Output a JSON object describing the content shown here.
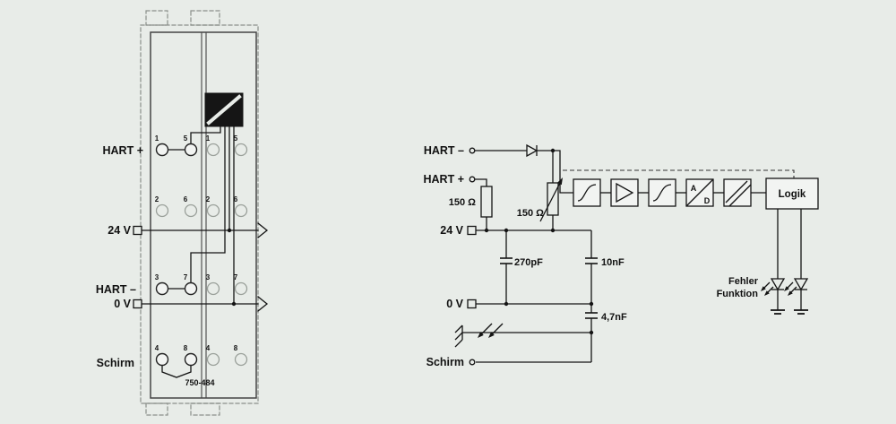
{
  "colors": {
    "background": "#e8ece8",
    "line": "#1a1a1a",
    "inactive_terminal": "#9aa09a"
  },
  "module": {
    "part_number": "750-484",
    "labels": {
      "hart_plus": "HART +",
      "v24": "24 V",
      "hart_minus": "HART –",
      "v0": "0 V",
      "schirm": "Schirm"
    },
    "terminal_rows": [
      [
        "1",
        "5"
      ],
      [
        "2",
        "6"
      ],
      [
        "3",
        "7"
      ],
      [
        "4",
        "8"
      ]
    ]
  },
  "schematic": {
    "labels": {
      "hart_minus": "HART –",
      "hart_plus": "HART +",
      "v24": "24 V",
      "v0": "0 V",
      "schirm": "Schirm"
    },
    "components": {
      "r1": "150 Ω",
      "r2": "150 Ω",
      "c1": "270pF",
      "c2": "10nF",
      "c3": "4,7nF"
    },
    "blocks": {
      "logik": "Logik",
      "ad_a": "A",
      "ad_d": "D"
    },
    "leds": {
      "fehler": "Fehler",
      "funktion": "Funktion"
    }
  }
}
